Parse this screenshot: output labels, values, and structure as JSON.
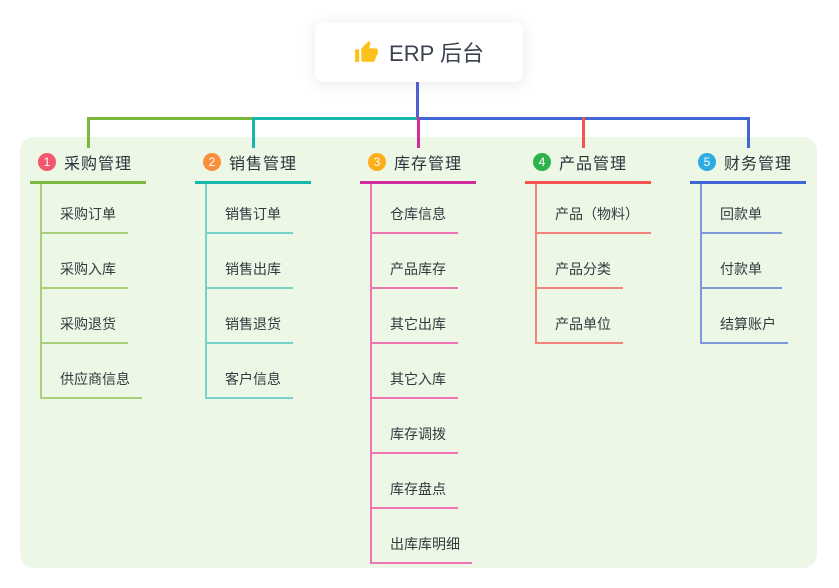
{
  "root": {
    "icon": "thumbs-up",
    "title": "ERP 后台"
  },
  "connector": {
    "root_color": "#4d61d2"
  },
  "panel": {
    "background": "#ecf7e6"
  },
  "branches": [
    {
      "badge": "1",
      "title": "采购管理",
      "badge_color": "#f4566e",
      "line_color": "#7db83e",
      "child_line_color": "#a9cf7d",
      "children": [
        "采购订单",
        "采购入库",
        "采购退货",
        "供应商信息"
      ]
    },
    {
      "badge": "2",
      "title": "销售管理",
      "badge_color": "#f98e3d",
      "line_color": "#15b6ab",
      "child_line_color": "#79d2c9",
      "children": [
        "销售订单",
        "销售出库",
        "销售退货",
        "客户信息"
      ]
    },
    {
      "badge": "3",
      "title": "库存管理",
      "badge_color": "#fcae18",
      "line_color": "#d12d9c",
      "child_line_color": "#ef74b2",
      "children": [
        "仓库信息",
        "产品库存",
        "其它出库",
        "其它入库",
        "库存调拨",
        "库存盘点",
        "出库库明细"
      ]
    },
    {
      "badge": "4",
      "title": "产品管理",
      "badge_color": "#2eb24c",
      "line_color": "#f4544f",
      "child_line_color": "#f2837d",
      "children": [
        "产品（物料）",
        "产品分类",
        "产品单位"
      ]
    },
    {
      "badge": "5",
      "title": "财务管理",
      "badge_color": "#2caae2",
      "line_color": "#3f66d4",
      "child_line_color": "#7e99d8",
      "children": [
        "回款单",
        "付款单",
        "结算账户"
      ]
    }
  ]
}
